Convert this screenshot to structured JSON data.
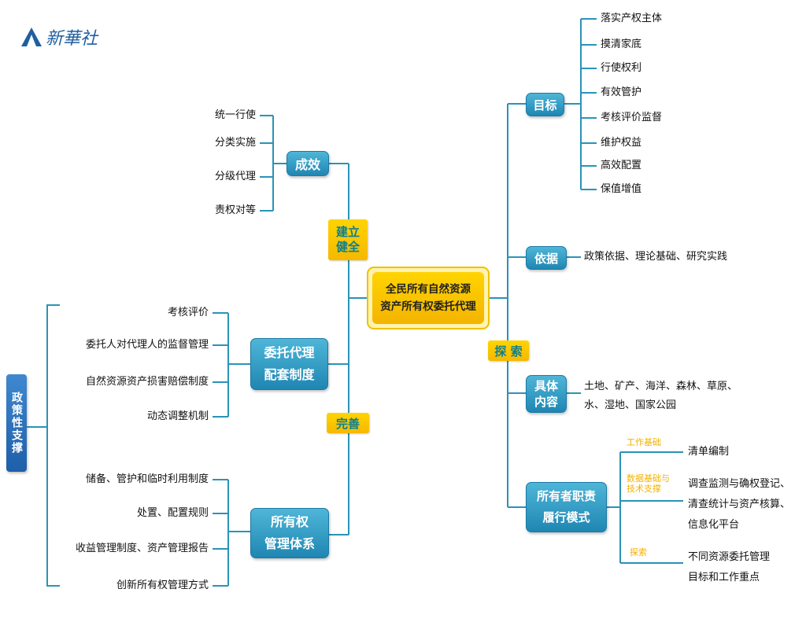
{
  "logo": {
    "text": "新華社"
  },
  "center": {
    "line1": "全民所有自然资源",
    "line2": "资产所有权委托代理"
  },
  "left": {
    "jianli": {
      "hub": "建立\n健全",
      "chengxiao": {
        "title": "成效",
        "items": [
          "统一行使",
          "分类实施",
          "分级代理",
          "责权对等"
        ]
      }
    },
    "wanshan": {
      "hub": "完善",
      "weituo": {
        "title": "委托代理\n配套制度",
        "items": [
          "考核评价",
          "委托人对代理人的监督管理",
          "自然资源资产损害赔偿制度",
          "动态调整机制"
        ]
      },
      "suoyouquan": {
        "title": "所有权\n管理体系",
        "items": [
          "储备、管护和临时利用制度",
          "处置、配置规则",
          "收益管理制度、资产管理报告",
          "创新所有权管理方式"
        ]
      }
    },
    "zhengce": {
      "title": "政策性支撑"
    }
  },
  "right": {
    "tansuo": {
      "hub": "探 索"
    },
    "mubiao": {
      "title": "目标",
      "items": [
        "落实产权主体",
        "摸清家底",
        "行使权利",
        "有效管护",
        "考核评价监督",
        "维护权益",
        "高效配置",
        "保值增值"
      ]
    },
    "yiju": {
      "title": "依据",
      "text": "政策依据、理论基础、研究实践"
    },
    "juti": {
      "title": "具体\n内容",
      "text1": "土地、矿产、海洋、森林、草原、",
      "text2": "水、湿地、国家公园"
    },
    "suoyouzhe": {
      "title": "所有者职责\n履行模式",
      "branches": [
        {
          "label": "工作基础",
          "lines": [
            "清单编制"
          ]
        },
        {
          "label": "数据基础与\n技术支撑",
          "lines": [
            "调查监测与确权登记、",
            "清查统计与资产核算、",
            "信息化平台"
          ]
        },
        {
          "label": "探索",
          "lines": [
            "不同资源委托管理",
            "目标和工作重点"
          ]
        }
      ]
    }
  },
  "colors": {
    "line": "#2a93b8",
    "blue_box": "#2a93c4",
    "yellow_box": "#f7c300",
    "label_yellow": "#f3b100"
  }
}
